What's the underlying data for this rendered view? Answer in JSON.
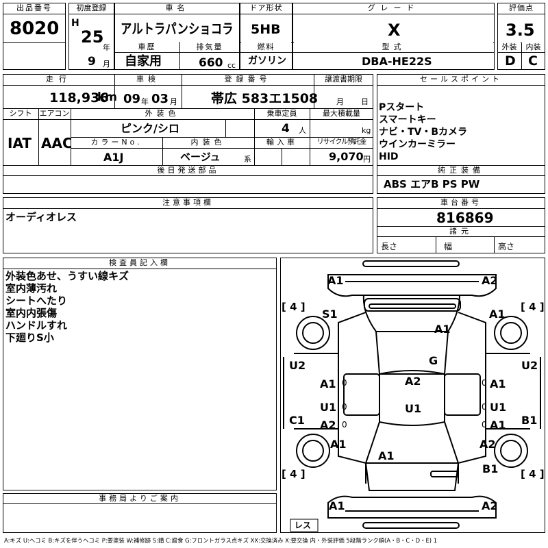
{
  "header": {
    "lot_label": "出品番号",
    "lot_no": "8020",
    "first_reg_label": "初度登録",
    "era": "H",
    "year_no": "25",
    "year_unit": "年",
    "month_no": "9",
    "month_unit": "月",
    "car_name_label": "車名",
    "car_name": "アルトラパンショコラ",
    "history_label": "車歴",
    "history": "自家用",
    "displacement_label": "排気量",
    "displacement": "660",
    "displacement_unit": "cc",
    "door_label": "ドア形状",
    "door": "5HB",
    "fuel_label": "燃料",
    "fuel": "ガソリン",
    "grade_label": "グレード",
    "grade": "X",
    "model_label": "型式",
    "model": "DBA-HE22S",
    "score_label": "評価点",
    "score": "3.5",
    "ext_label": "外装",
    "ext": "D",
    "int_label": "内装",
    "int": "C"
  },
  "row2": {
    "mileage_label": "走行",
    "mileage": "118,936",
    "mileage_unit": "km",
    "inspection_label": "車検",
    "insp_year": "09",
    "insp_year_unit": "年",
    "insp_month": "03",
    "insp_month_unit": "月",
    "reg_no_label": "登録番号",
    "reg_no": "帯広 583エ1508",
    "transfer_label": "譲渡書期限",
    "transfer_month_unit": "月",
    "transfer_day_unit": "日",
    "shift_label": "シフト",
    "shift": "IAT",
    "ac_label": "エアコン",
    "ac": "AAC",
    "ext_color_label": "外装色",
    "ext_color": "ピンク/シロ",
    "capacity_label": "乗車定員",
    "capacity": "4",
    "capacity_unit": "人",
    "max_load_label": "最大積載量",
    "max_load_unit": "kg",
    "color_no_label": "カラーNo.",
    "color_no": "A1J",
    "int_color_label": "内装色",
    "int_color": "ベージュ",
    "int_color_unit": "系",
    "import_label": "輸入車",
    "recycle_label": "リサイクル預託金",
    "recycle": "9,070",
    "recycle_unit": "円",
    "later_parts_label": "後日発送部品"
  },
  "sales": {
    "label": "セールスポイント",
    "points": [
      "Pスタート",
      "スマートキー",
      "ナビ・TV・Bカメラ",
      "ウインカーミラー",
      "HID"
    ],
    "equip_label": "純正装備",
    "equip": "ABS エアB PS PW"
  },
  "notes": {
    "label": "注意事項欄",
    "text": "オーディオレス"
  },
  "chassis": {
    "label": "車台番号",
    "number": "816869",
    "dims_label": "諸元",
    "length_label": "長さ",
    "width_label": "幅",
    "height_label": "高さ"
  },
  "inspector": {
    "label": "検査員記入欄",
    "lines": [
      "外装色あせ、うすい線キズ",
      "室内薄汚れ",
      "シートへたり",
      "室内内張傷",
      "ハンドルすれ",
      "下廻りS小"
    ]
  },
  "office": {
    "label": "事務局よりご案内"
  },
  "diagram": {
    "marks": [
      "A1",
      "A2",
      "S1",
      "A1",
      "A1",
      "G",
      "U2",
      "U2",
      "A1",
      "A2",
      "A1",
      "U1",
      "U1",
      "U1",
      "C1",
      "A2",
      "A1",
      "B1",
      "A1",
      "A2",
      "A1",
      "B1",
      "A1",
      "A2"
    ],
    "tires": [
      "4",
      "4",
      "4",
      "4"
    ],
    "spare": "レス"
  },
  "legend": "A:キズ U:ヘコミ B:キズを伴うヘコミ P:要塗装 W:補修跡 S:錆 C:腐食 G:フロントガラス点キズ XX:交換済み X:要交換 内・外装評価 5段階ランク順(A・B・C・D・E) 1"
}
